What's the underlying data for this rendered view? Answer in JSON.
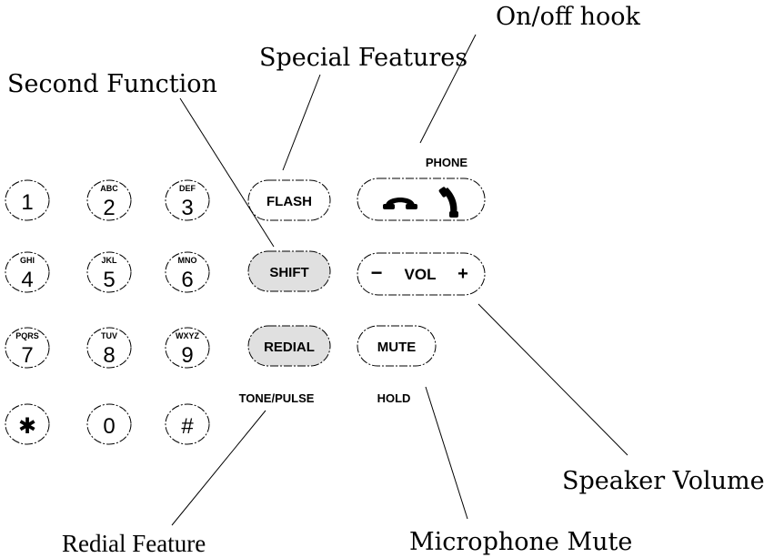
{
  "callouts": {
    "on_off_hook": "On/off hook",
    "special_features": "Special Features",
    "second_function": "Second Function",
    "speaker_volume": "Speaker Volume",
    "redial_feature": "Redial Feature",
    "microphone_mute": "Microphone Mute"
  },
  "keypad": {
    "keys": [
      {
        "digit": "1",
        "letters": ""
      },
      {
        "digit": "2",
        "letters": "ABC"
      },
      {
        "digit": "3",
        "letters": "DEF"
      },
      {
        "digit": "4",
        "letters": "GHI"
      },
      {
        "digit": "5",
        "letters": "JKL"
      },
      {
        "digit": "6",
        "letters": "MNO"
      },
      {
        "digit": "7",
        "letters": "PQRS"
      },
      {
        "digit": "8",
        "letters": "TUV"
      },
      {
        "digit": "9",
        "letters": "WXYZ"
      },
      {
        "digit": "✱",
        "letters": ""
      },
      {
        "digit": "0",
        "letters": ""
      },
      {
        "digit": "#",
        "letters": ""
      }
    ]
  },
  "buttons": {
    "flash": "FLASH",
    "shift": "SHIFT",
    "redial": "REDIAL",
    "mute": "MUTE",
    "vol_minus": "−",
    "vol": "VOL",
    "vol_plus": "+"
  },
  "labels": {
    "phone": "PHONE",
    "tone_pulse": "TONE/PULSE",
    "hold": "HOLD"
  },
  "icons": {
    "handset_down": "hang-up-handset-icon",
    "handset_up": "off-hook-handset-icon"
  },
  "colors": {
    "shaded_key": "#e0e0e0",
    "line": "#000000"
  }
}
